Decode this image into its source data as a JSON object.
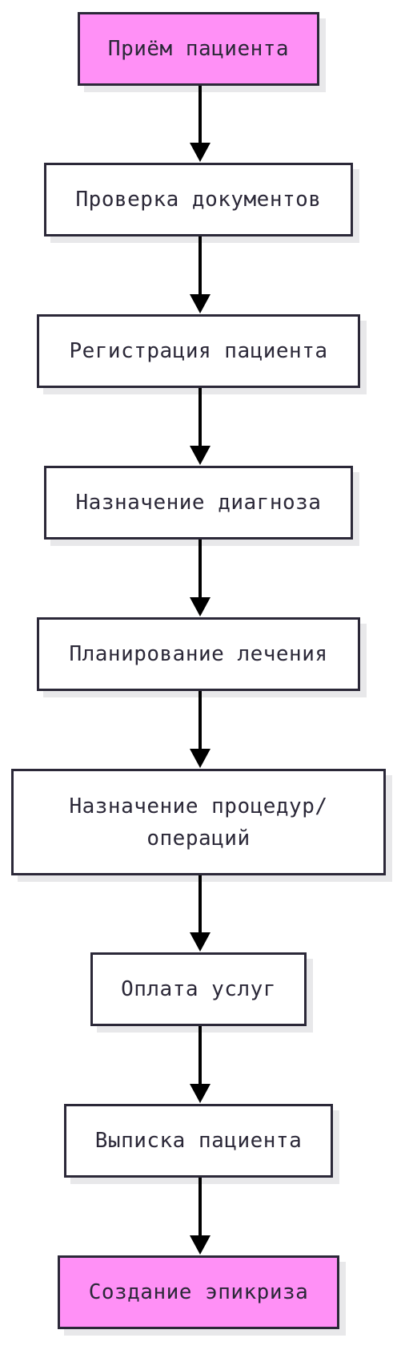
{
  "diagram": {
    "type": "flowchart",
    "colors": {
      "terminal_fill": "#ff90f6",
      "process_fill": "#ffffff",
      "border": "#2b2838",
      "arrow": "#000000"
    },
    "nodes": [
      {
        "id": "n1",
        "label": "Приём пациента",
        "kind": "terminal"
      },
      {
        "id": "n2",
        "label": "Проверка документов",
        "kind": "process"
      },
      {
        "id": "n3",
        "label": "Регистрация пациента",
        "kind": "process"
      },
      {
        "id": "n4",
        "label": "Назначение диагноза",
        "kind": "process"
      },
      {
        "id": "n5",
        "label": "Планирование лечения",
        "kind": "process"
      },
      {
        "id": "n6",
        "label": "Назначение процедур/\nопераций",
        "kind": "process"
      },
      {
        "id": "n7",
        "label": "Оплата услуг",
        "kind": "process"
      },
      {
        "id": "n8",
        "label": "Выписка пациента",
        "kind": "process"
      },
      {
        "id": "n9",
        "label": "Создание эпикриза",
        "kind": "terminal"
      }
    ],
    "edges": [
      {
        "from": "n1",
        "to": "n2"
      },
      {
        "from": "n2",
        "to": "n3"
      },
      {
        "from": "n3",
        "to": "n4"
      },
      {
        "from": "n4",
        "to": "n5"
      },
      {
        "from": "n5",
        "to": "n6"
      },
      {
        "from": "n6",
        "to": "n7"
      },
      {
        "from": "n7",
        "to": "n8"
      },
      {
        "from": "n8",
        "to": "n9"
      }
    ]
  }
}
